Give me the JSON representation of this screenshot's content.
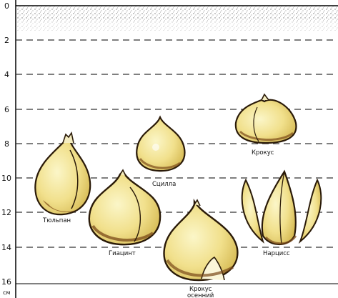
{
  "depth_unit": "см",
  "depth_ticks": [
    "0",
    "2",
    "4",
    "6",
    "8",
    "10",
    "12",
    "14",
    "16"
  ],
  "bulbs": {
    "tulip": "Тюльпан",
    "scilla": "Сцилла",
    "crocus": "Крокус",
    "hyacinth": "Гиацинт",
    "narcissus": "Нарцисс",
    "crocus_autumn_line1": "Крокус",
    "crocus_autumn_line2": "осенний"
  }
}
